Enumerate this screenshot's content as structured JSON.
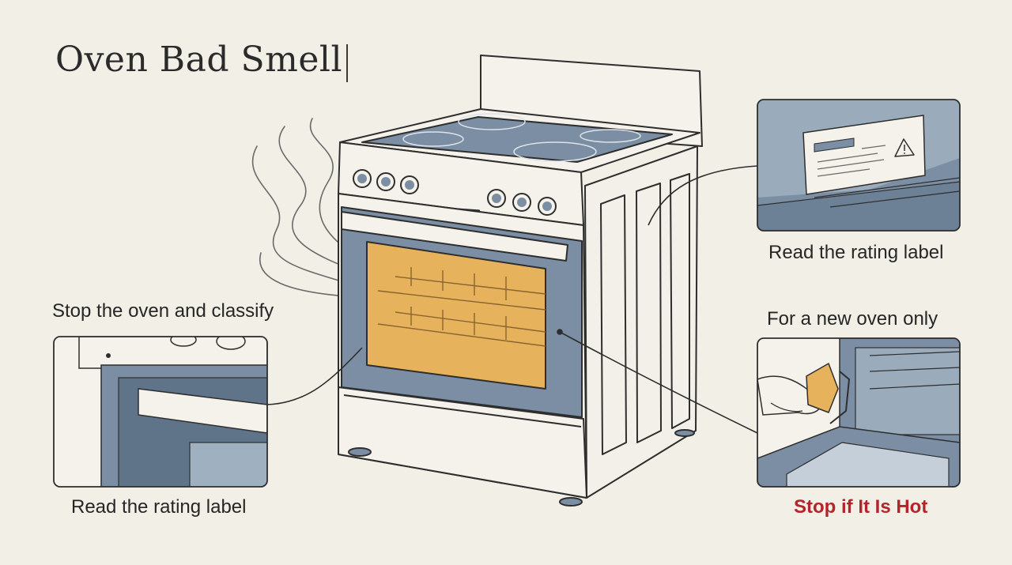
{
  "title": "Oven Bad Smell",
  "labels": {
    "stop_classify": "Stop the oven and classify",
    "rating_label_left": "Read the rating label",
    "rating_label_right": "Read the rating label",
    "new_oven_only": "For a new oven only",
    "stop_if_hot": "Stop if It Is Hot"
  },
  "colors": {
    "background": "#f1efe6",
    "panel_blue": "#7b8ea3",
    "window_orange": "#e6b25c",
    "warning_red": "#b3252a",
    "line": "#2e2e2e"
  },
  "icons": [
    "smell-fumes-icon",
    "warning-triangle-icon",
    "oven-mitt-icon"
  ]
}
